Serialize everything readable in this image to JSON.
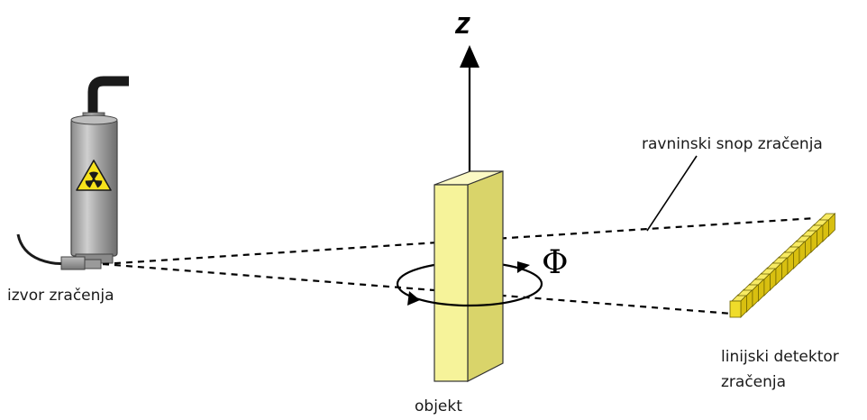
{
  "axis_label": "z",
  "rotation_symbol": "Φ",
  "labels": {
    "source": "izvor zračenja",
    "beam": "ravninski snop zračenja",
    "detector_line1": "linijski detektor",
    "detector_line2": "zračenja",
    "object": "objekt"
  },
  "colors": {
    "object_face": "#f6f39a",
    "object_side": "#d9d46a",
    "object_top": "#fbf9c4",
    "detector": "#efdc2a",
    "source_body": "#9a9a9a",
    "hazard": "#f7e21b",
    "line": "#000000"
  },
  "icons": {
    "radiation": "radiation-trefoil-icon",
    "rotation": "rotation-arrow-icon",
    "axis": "axis-arrow-icon"
  },
  "detector_elements": 16
}
